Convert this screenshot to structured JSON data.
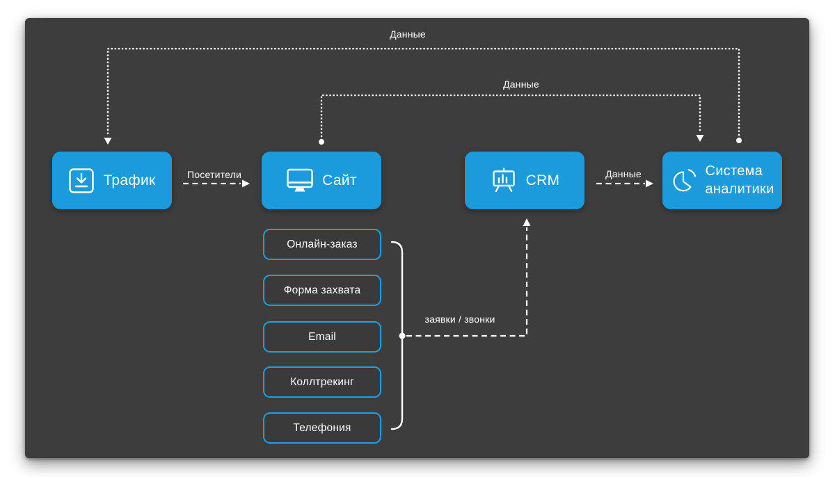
{
  "diagram": {
    "nodes": {
      "traffic": {
        "label": "Трафик",
        "icon": "download-icon"
      },
      "site": {
        "label": "Сайт",
        "icon": "monitor-icon"
      },
      "crm": {
        "label": "CRM",
        "icon": "presentation-chart-icon"
      },
      "analytics": {
        "label_line1": "Система",
        "label_line2": "аналитики",
        "icon": "pie-chart-icon"
      }
    },
    "site_channels": [
      "Онлайн-заказ",
      "Форма захвата",
      "Email",
      "Коллтрекинг",
      "Телефония"
    ],
    "edge_labels": {
      "analytics_to_traffic": "Данные",
      "site_to_analytics": "Данные",
      "traffic_to_site": "Посетители",
      "crm_to_analytics": "Данные",
      "channels_to_crm": "заявки / звонки"
    },
    "colors": {
      "accent_blue": "#1b9bdb",
      "channel_border_blue": "#1f9fe2",
      "panel_background": "#3d3d3d",
      "connector_white": "#ffffff"
    }
  }
}
